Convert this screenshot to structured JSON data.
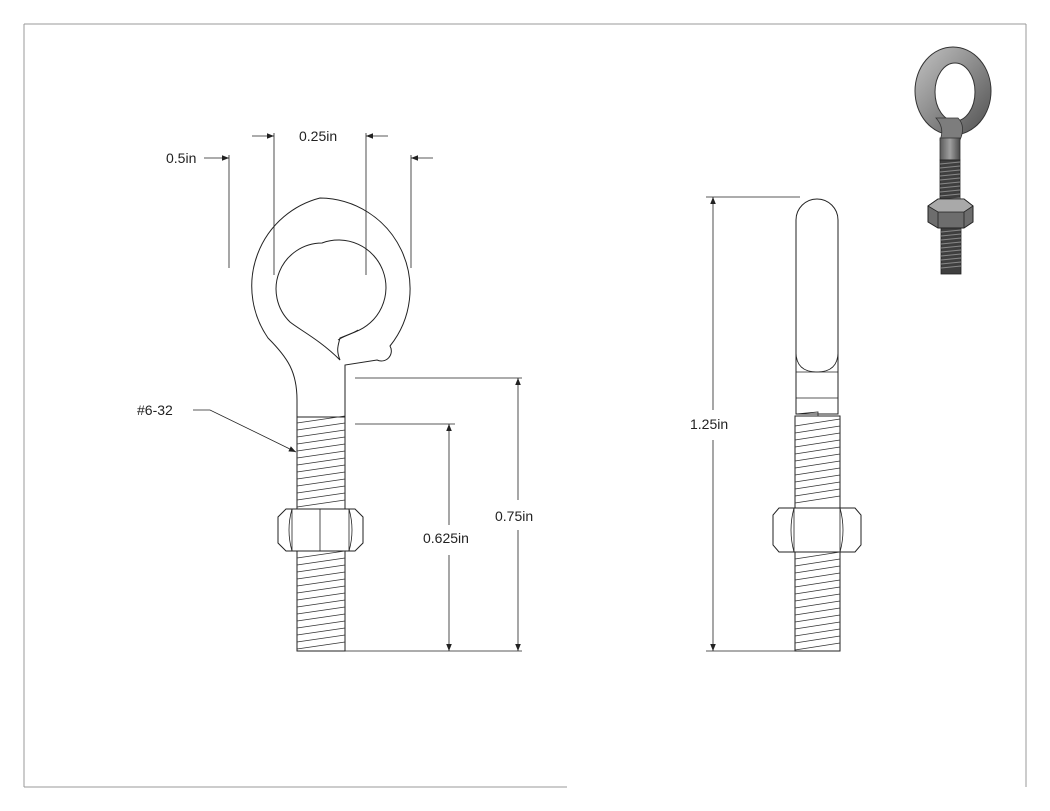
{
  "dimensions": {
    "outer_diameter": "0.5in",
    "inner_diameter": "0.25in",
    "thread_spec": "#6-32",
    "thread_length": "0.625in",
    "shank_length": "0.75in",
    "overall_length": "1.25in"
  },
  "colors": {
    "line": "#222222",
    "iso_fill": "#8a8a8a",
    "iso_dark": "#4a4a4a",
    "iso_light": "#b5b5b5"
  }
}
